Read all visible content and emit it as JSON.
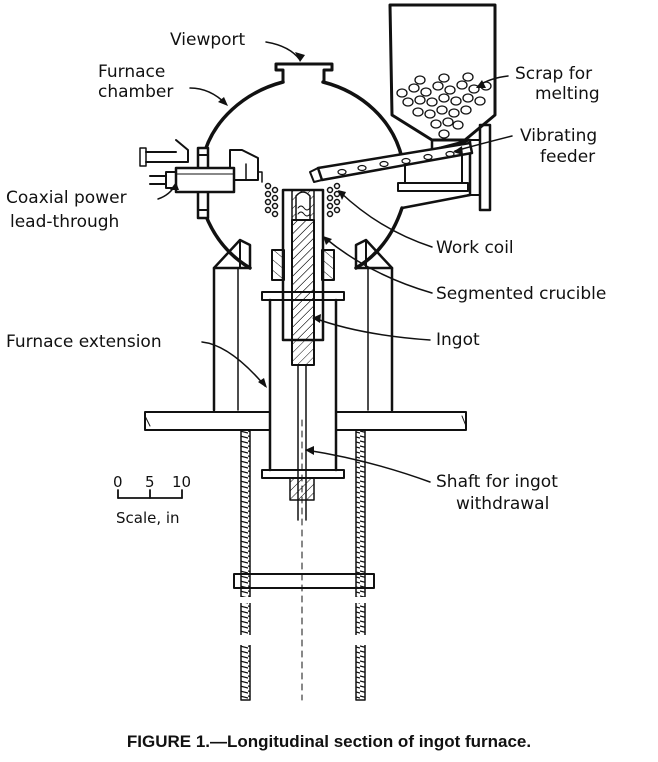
{
  "labels": {
    "viewport": "Viewport",
    "furnace_chamber_1": "Furnace",
    "furnace_chamber_2": "chamber",
    "scrap_1": "Scrap for",
    "scrap_2": "melting",
    "vibrating_1": "Vibrating",
    "vibrating_2": "feeder",
    "coaxial_1": "Coaxial power",
    "coaxial_2": "lead-through",
    "work_coil": "Work coil",
    "segmented_crucible": "Segmented crucible",
    "furnace_extension": "Furnace extension",
    "ingot": "Ingot",
    "shaft_1": "Shaft for ingot",
    "shaft_2": "withdrawal"
  },
  "scale": {
    "tick_0": "0",
    "tick_5": "5",
    "tick_10": "10",
    "label": "Scale, in"
  },
  "caption": "FIGURE 1.—Longitudinal section of ingot furnace."
}
